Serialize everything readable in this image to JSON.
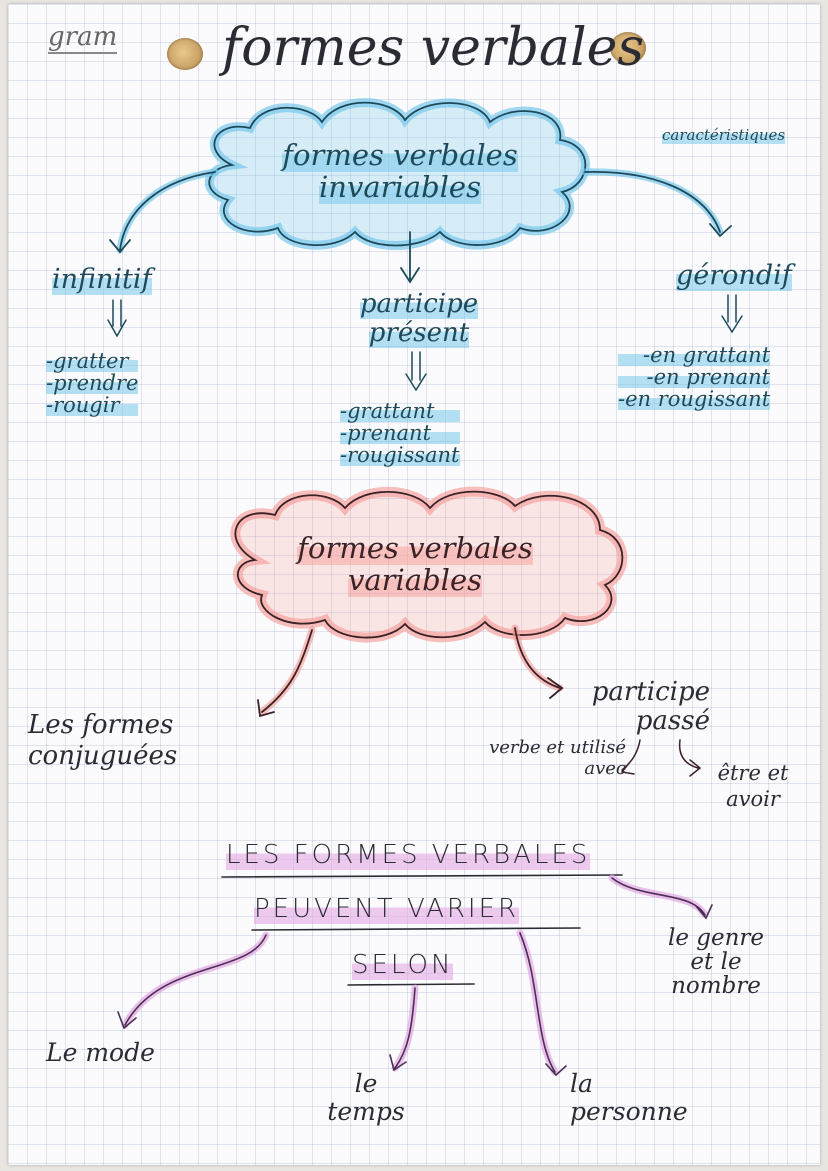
{
  "header": {
    "tag": "gram",
    "title": "formes verbales"
  },
  "invariables": {
    "cloud_label": "formes verbales invariables",
    "side_note": "caractéristiques",
    "infinitif": {
      "label": "infinitif",
      "examples": [
        "-gratter",
        "-prendre",
        "-rougir"
      ]
    },
    "participe_present": {
      "label": "participe présent",
      "examples": [
        "-grattant",
        "-prenant",
        "-rougissant"
      ]
    },
    "gerondif": {
      "label": "gérondif",
      "examples": [
        "-en grattant",
        "-en prenant",
        "-en rougissant"
      ]
    }
  },
  "variables": {
    "cloud_label": "formes verbales variables",
    "formes_conjuguees": "Les formes conjuguées",
    "participe_passe": "participe passé",
    "verbe_utilise": "verbe et utilisé avec",
    "etre_avoir": "être et avoir"
  },
  "rule": {
    "line1": "LES FORMES VERBALES",
    "line2": "PEUVENT VARIER",
    "line3": "SELON",
    "mode": "Le mode",
    "temps": "le temps",
    "personne": "la personne",
    "genre_nombre": "le genre et le nombre"
  },
  "colors": {
    "ink": "#2b2b33",
    "blue_highlight": "#7cc8ec",
    "pink_highlight": "#f3938d",
    "purple_highlight": "#e0a0e0"
  }
}
